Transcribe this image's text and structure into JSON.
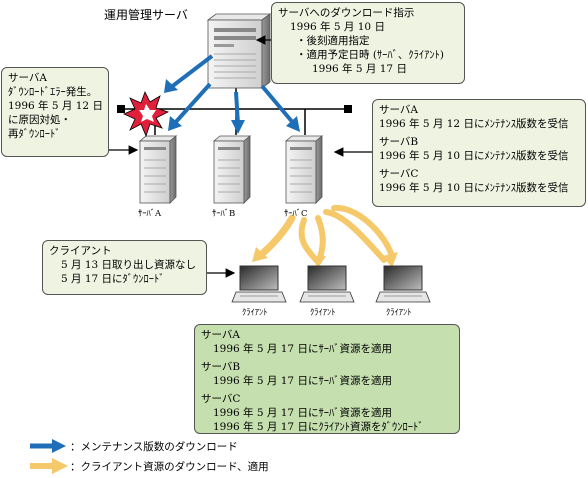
{
  "admin_server_label": "運用管理サーバ",
  "instruction_box": {
    "title": "サーバへのダウンロード指示",
    "date": "1996 年 5 月 10 日",
    "item1": "・後刻適用指定",
    "item2": "・適用予定日時 (ｻｰﾊﾞ、ｸﾗｲｱﾝﾄ)",
    "item2_date": "1996 年 5 月 17 日"
  },
  "server_a_error_box": {
    "l1": "サーバA",
    "l2": "ﾀﾞｳﾝﾛｰﾄﾞｴﾗｰ発生。",
    "l3": "1996 年 5 月 12 日",
    "l4": "に原因対処・",
    "l5": "再ﾀﾞｳﾝﾛｰﾄﾞ"
  },
  "receive_box": {
    "a_name": "サーバA",
    "a_text": "1996 年 5 月 12 日にﾒﾝﾃﾅﾝｽ版数を受信",
    "b_name": "サーバB",
    "b_text": "1996 年 5 月 10 日にﾒﾝﾃﾅﾝｽ版数を受信",
    "c_name": "サーバC",
    "c_text": "1996 年 5 月 10 日にﾒﾝﾃﾅﾝｽ版数を受信"
  },
  "server_labels": {
    "a": "ｻｰﾊﾞA",
    "b": "ｻｰﾊﾞB",
    "c": "ｻｰﾊﾞC"
  },
  "client_box": {
    "title": "クライアント",
    "l1": "5 月 13 日取り出し資源なし",
    "l2": "5 月 17 日にﾀﾞｳﾝﾛｰﾄﾞ"
  },
  "client_labels": [
    "ｸﾗｲｱﾝﾄ",
    "ｸﾗｲｱﾝﾄ",
    "ｸﾗｲｱﾝﾄ"
  ],
  "apply_box": {
    "a_name": "サーバA",
    "a_text": "1996 年 5 月 17 日にｻｰﾊﾞ資源を適用",
    "b_name": "サーバB",
    "b_text": "1996 年 5 月 17 日にｻｰﾊﾞ資源を適用",
    "c_name": "サーバC",
    "c_text1": "1996 年 5 月 17 日にｻｰﾊﾞ資源を適用",
    "c_text2": "1996 年 5 月 17 日にｸﾗｲｱﾝﾄ資源をﾀﾞｳﾝﾛｰﾄﾞ"
  },
  "legend": {
    "blue": "：メンテナンス版数のダウンロード",
    "yellow": "：クライアント資源のダウンロード、適用"
  },
  "colors": {
    "blue_arrow": "#1f6fb8",
    "yellow_arrow": "#f5c86a",
    "light_box": "#eef3e2",
    "green_box": "#c5dfaf",
    "burst": "#e0203a"
  }
}
